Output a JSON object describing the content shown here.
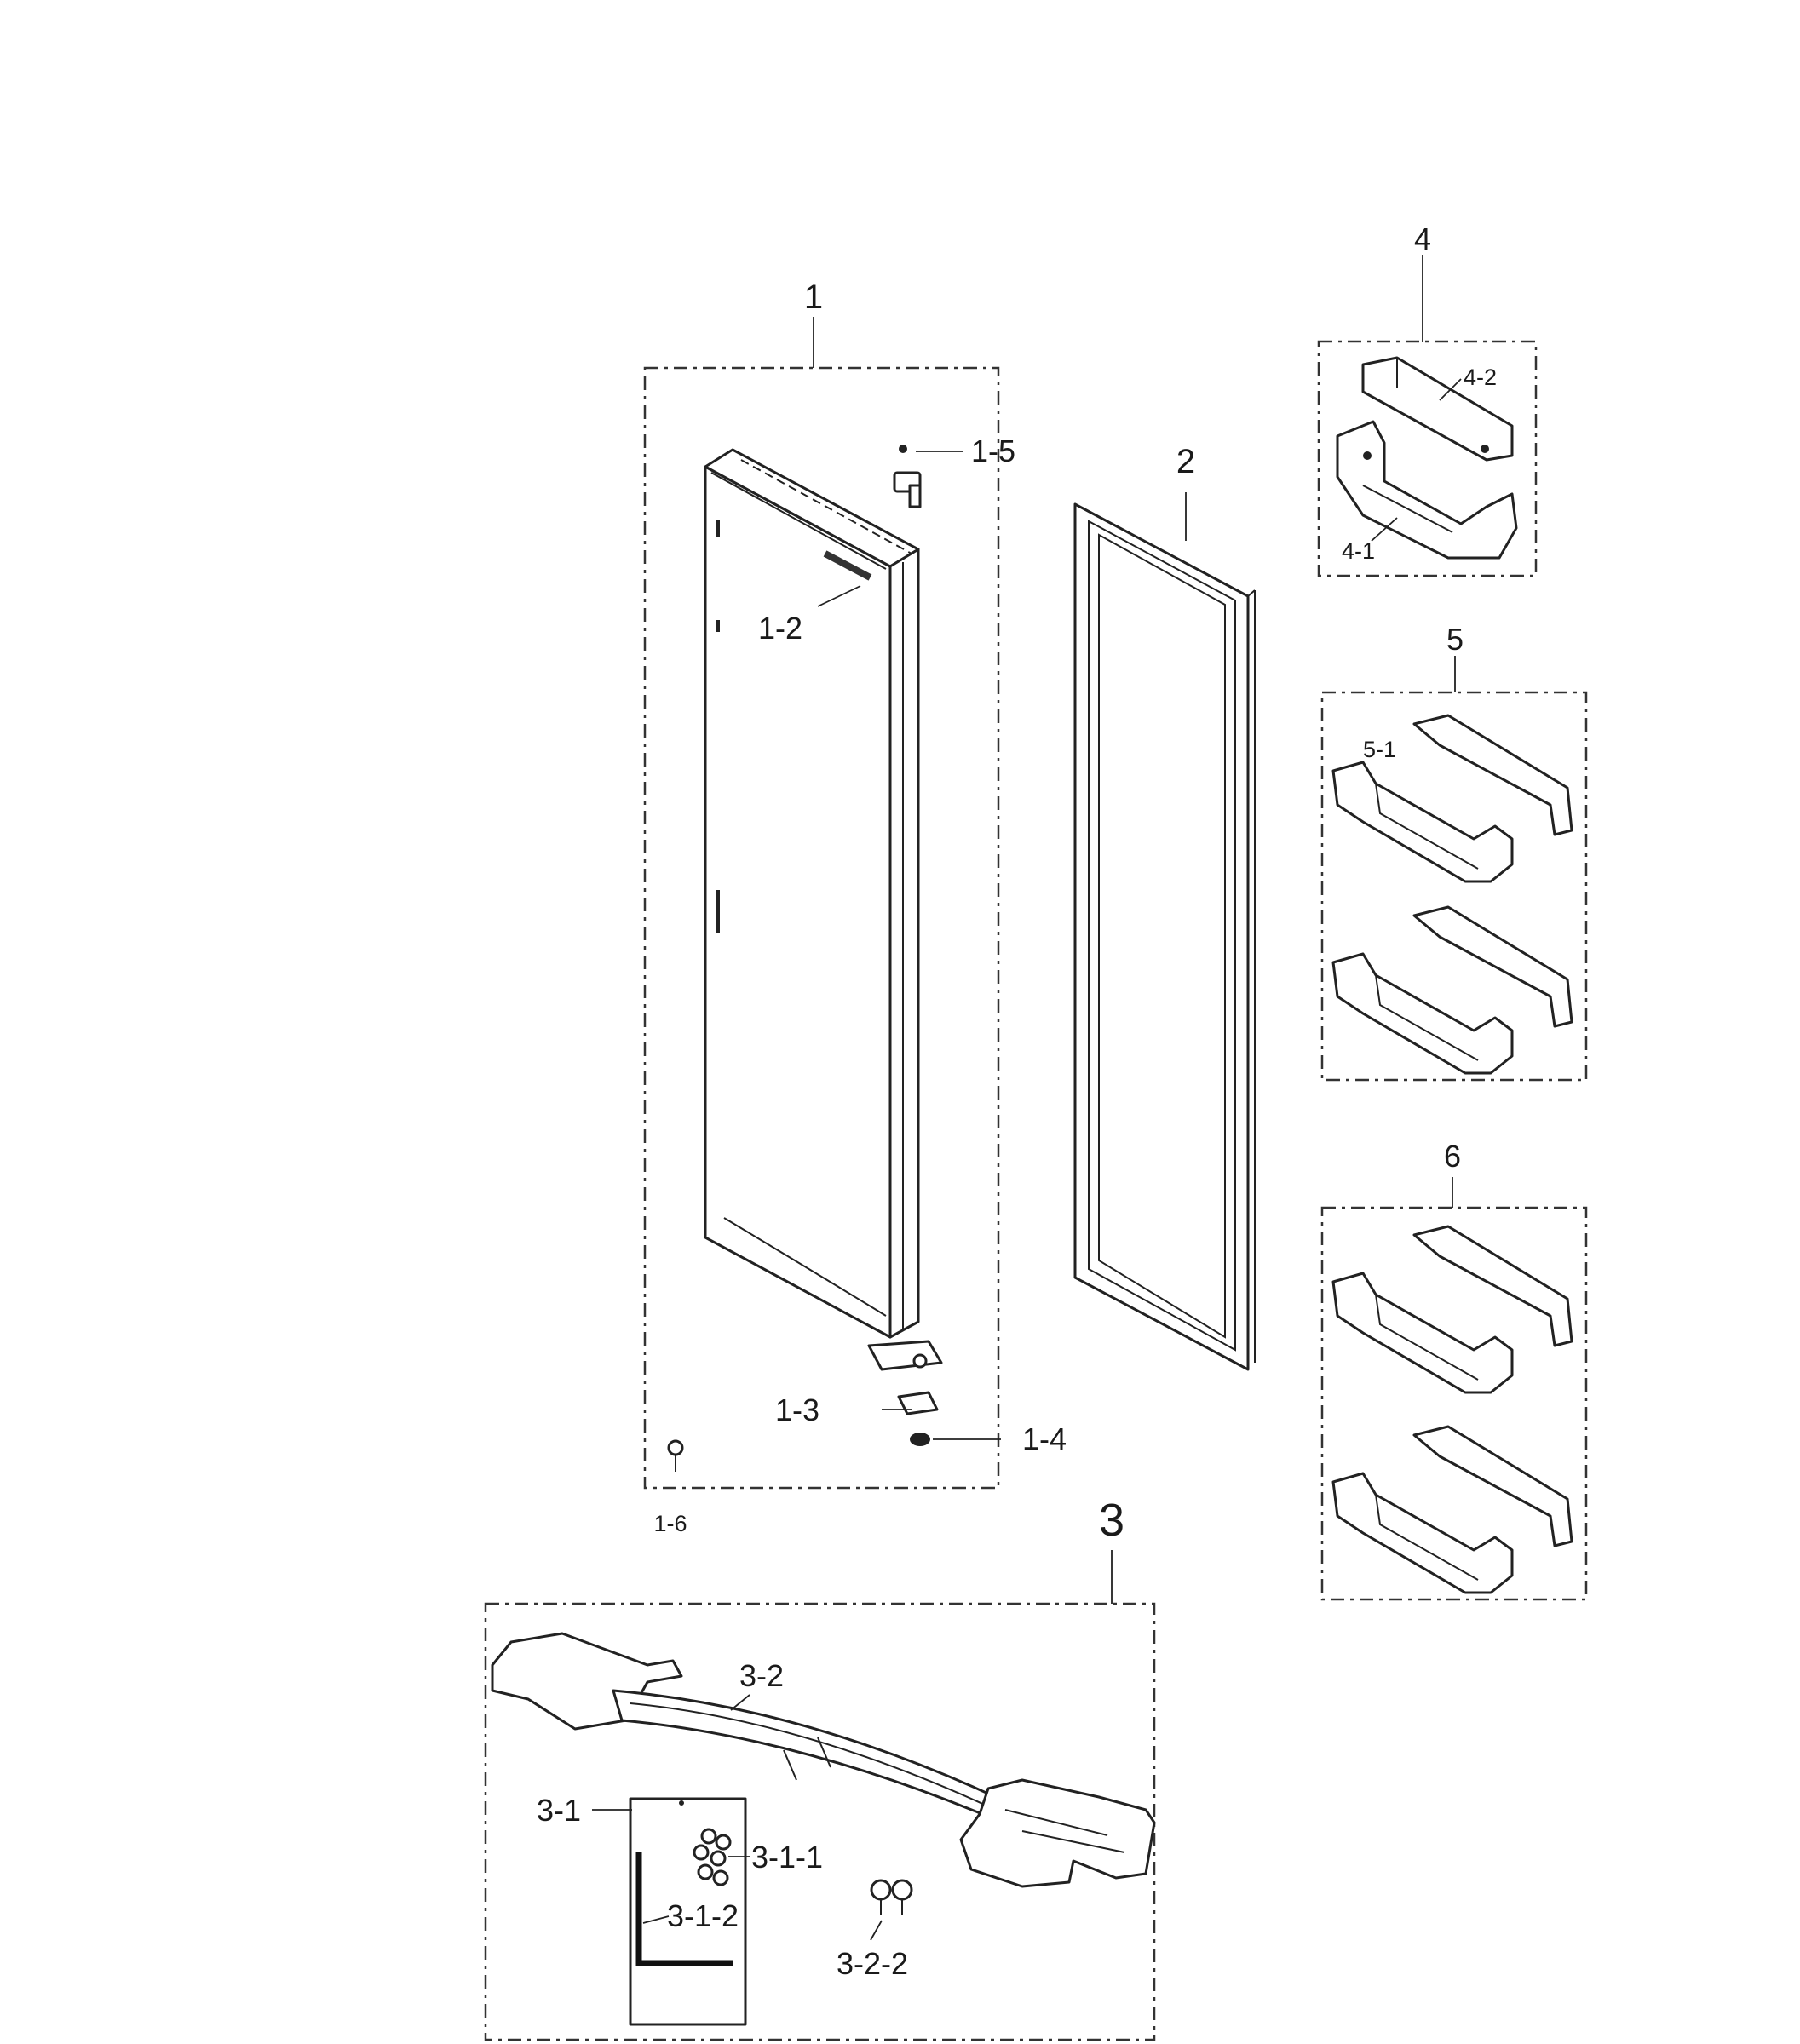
{
  "diagram": {
    "groups": [
      {
        "id": "1",
        "label": "1"
      },
      {
        "id": "2",
        "label": "2"
      },
      {
        "id": "3",
        "label": "3"
      },
      {
        "id": "4",
        "label": "4"
      },
      {
        "id": "5",
        "label": "5"
      },
      {
        "id": "6",
        "label": "6"
      }
    ],
    "callouts": {
      "p1_2": "1-2",
      "p1_3": "1-3",
      "p1_4": "1-4",
      "p1_5": "1-5",
      "p1_6": "1-6",
      "p3_1": "3-1",
      "p3_1_1": "3-1-1",
      "p3_1_2": "3-1-2",
      "p3_2": "3-2",
      "p3_2_2": "3-2-2",
      "p4_1": "4-1",
      "p4_2": "4-2",
      "p5_1": "5-1"
    }
  }
}
